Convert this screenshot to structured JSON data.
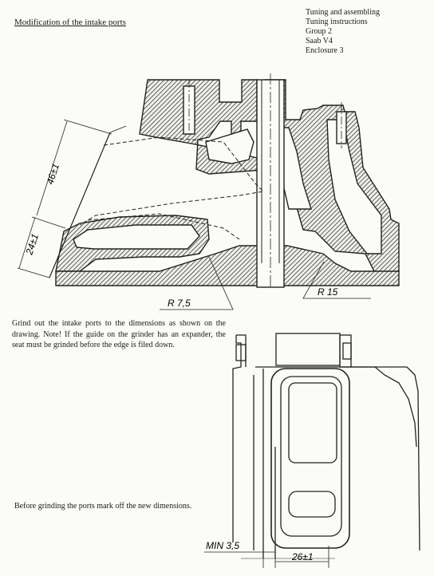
{
  "document": {
    "title": "Modification of the intake ports",
    "header_lines": [
      "Tuning and assembling",
      "Tuning instructions",
      "Group 2",
      "Saab V4",
      "Enclosure 3"
    ],
    "paragraph_1": "Grind out the intake ports to the dimensions as shown on the drawing. Note! If the guide on the grinder has an expander, the seat must be grinded before the edge is filed down.",
    "paragraph_2": "Before grinding the ports mark off the new dimensions."
  },
  "drawing_1": {
    "dim_upper": "46±1",
    "dim_lower": "24±1",
    "radius_left": "R 7,5",
    "radius_right": "R 15"
  },
  "drawing_2": {
    "dim_min": "MIN 3,5",
    "dim_width": "26±1"
  }
}
